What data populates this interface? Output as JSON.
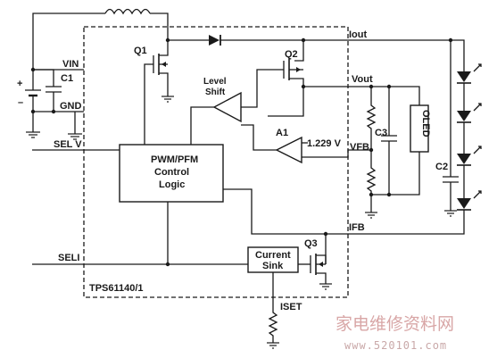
{
  "chip": {
    "name": "TPS61140/1"
  },
  "pins": {
    "vin": "VIN",
    "gnd": "GND",
    "selv": "SEL V",
    "seli": "SELI",
    "iout": "Iout",
    "vout": "Vout",
    "vfb": "VFB",
    "ifb": "IFB",
    "iset": "ISET"
  },
  "components": {
    "q1": "Q1",
    "q2": "Q2",
    "q3": "Q3",
    "c1": "C1",
    "c2": "C2",
    "c3": "C3",
    "a1": "A1",
    "oled": "OLED",
    "level_shift_line1": "Level",
    "level_shift_line2": "Shift",
    "pwm_line1": "PWM/PFM",
    "pwm_line2": "Control",
    "pwm_line3": "Logic",
    "current_sink_line1": "Current",
    "current_sink_line2": "Sink",
    "reference": "1.229 V"
  },
  "battery": {
    "plus": "+",
    "minus": "–"
  },
  "watermark": {
    "text": "家电维修资料网",
    "url": "www.520101.com"
  }
}
